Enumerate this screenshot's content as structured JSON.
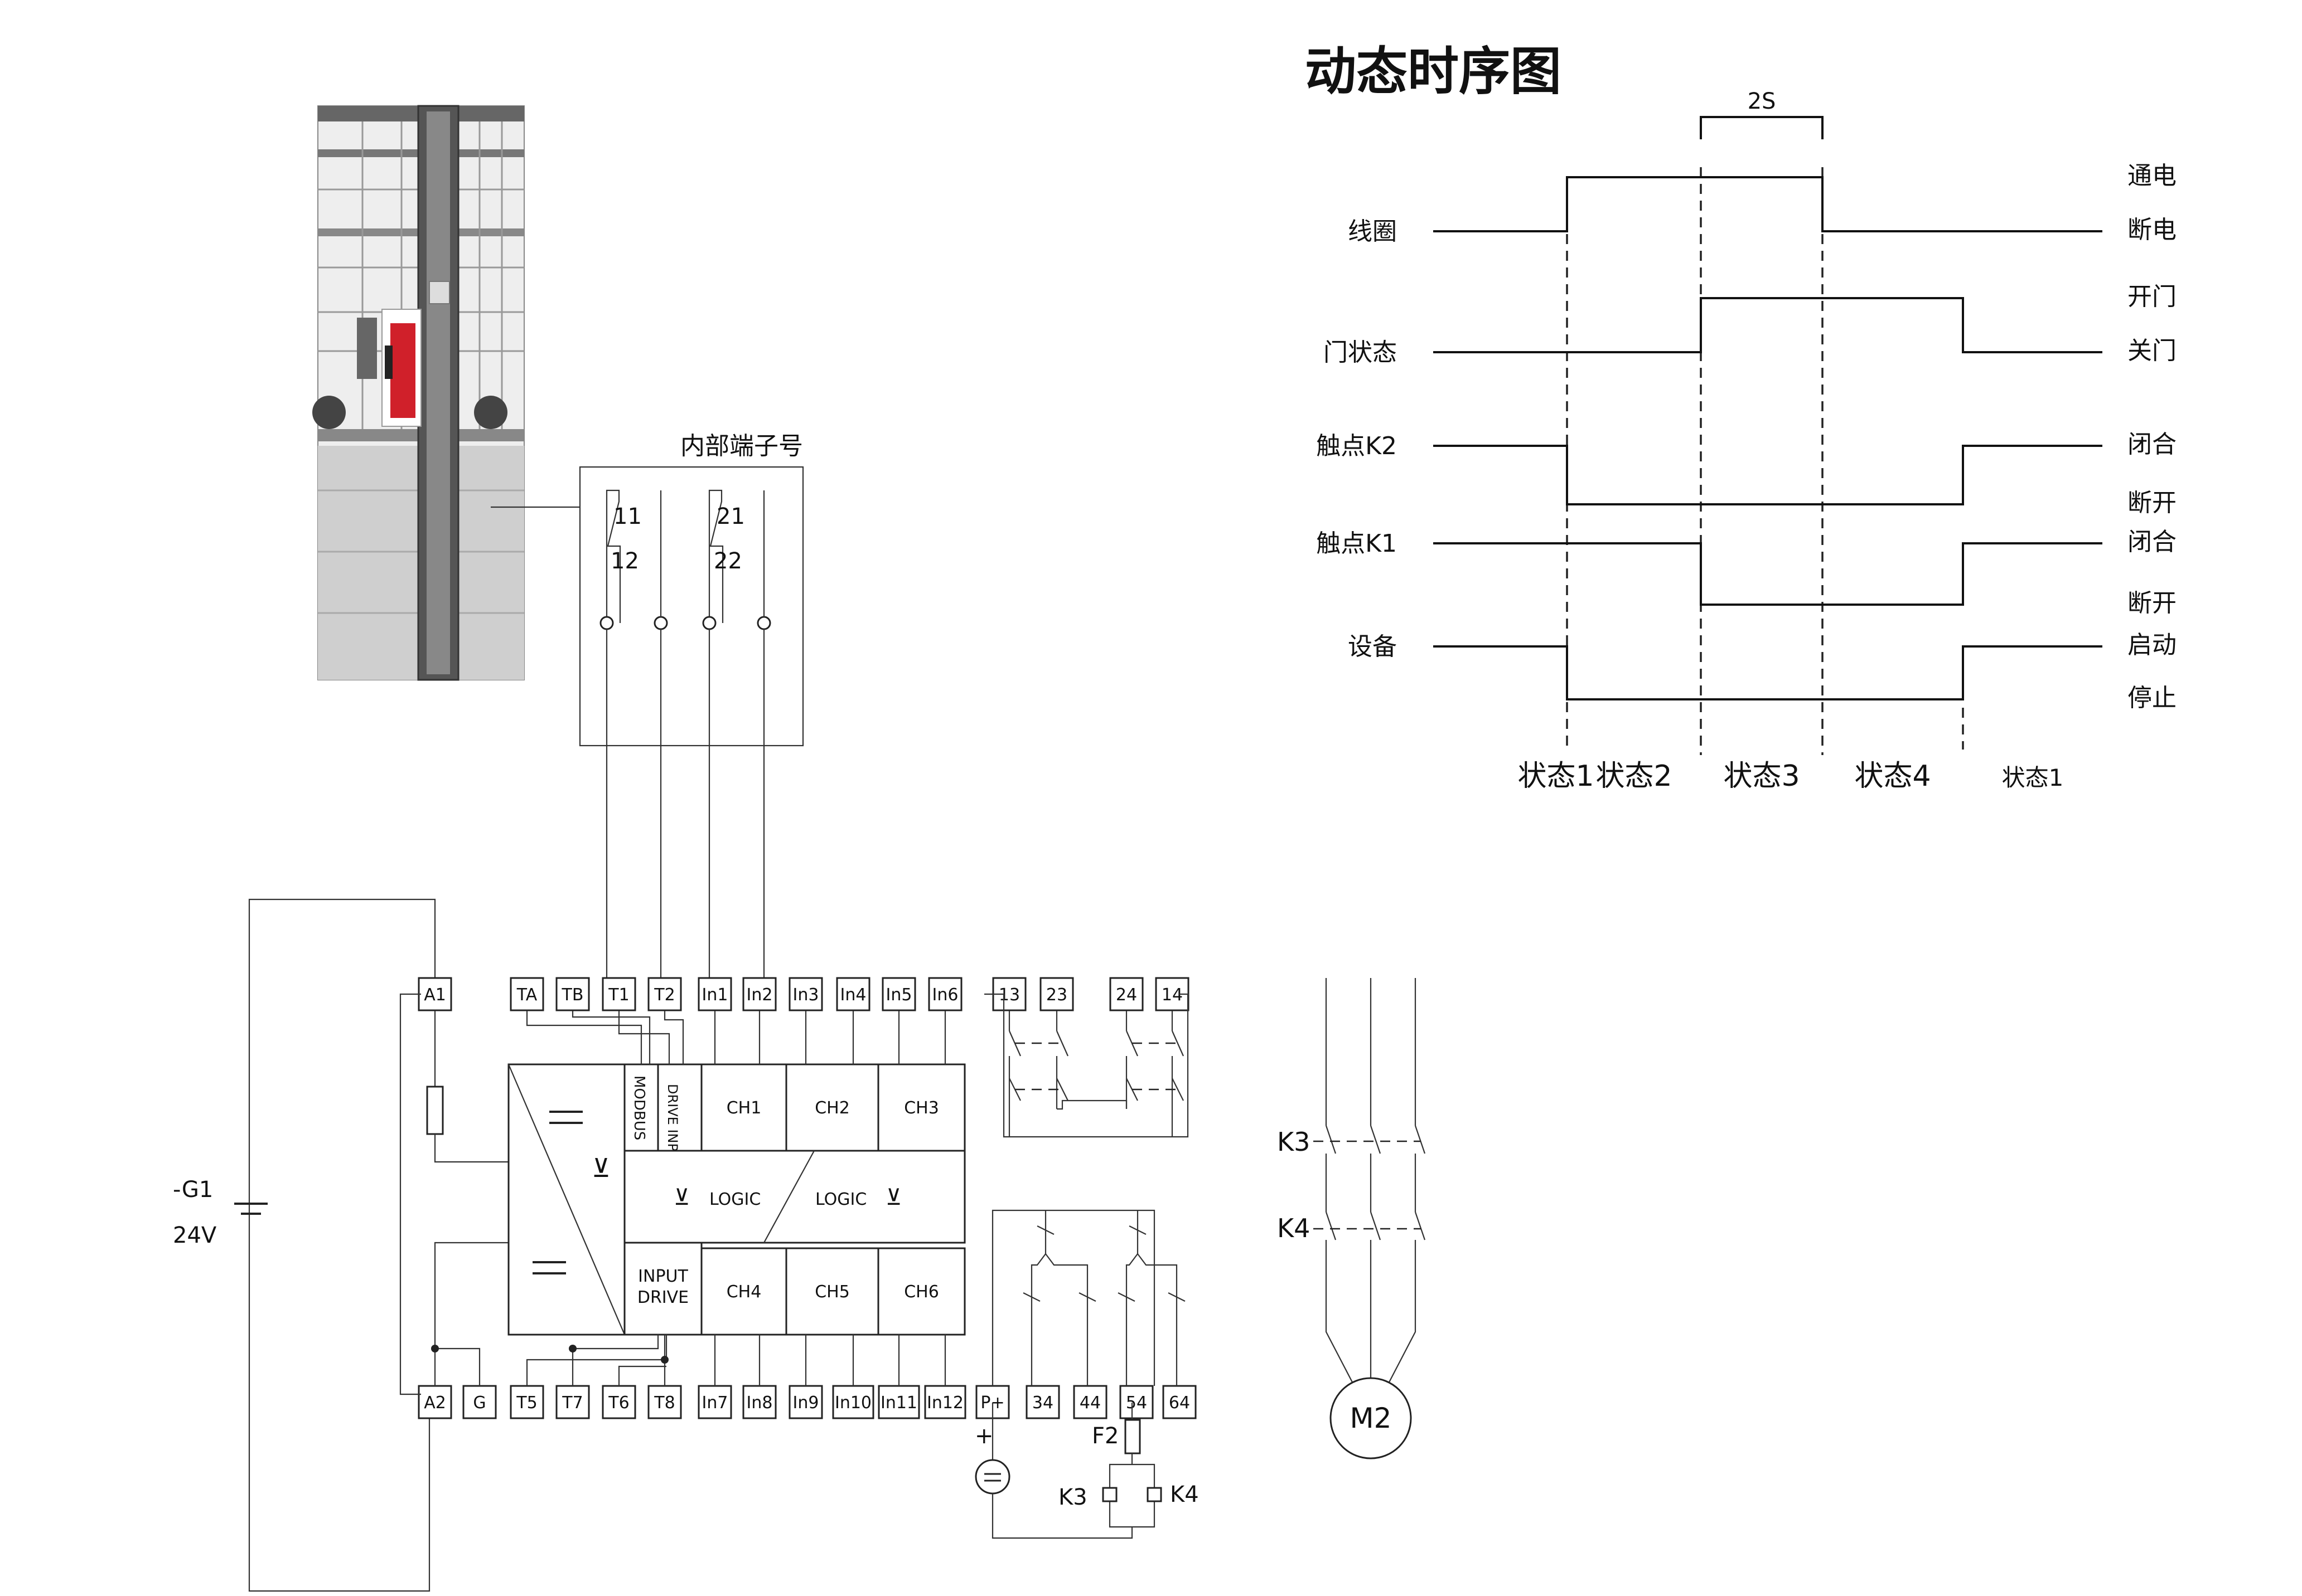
{
  "timing": {
    "title": "动态时序图",
    "duration_label": "2S",
    "rows": [
      {
        "label": "线圈",
        "high_label": "通电",
        "low_label": "断电",
        "levels": [
          0,
          1,
          1,
          0,
          0
        ]
      },
      {
        "label": "门状态",
        "high_label": "开门",
        "low_label": "关门",
        "levels": [
          0,
          0,
          1,
          1,
          0
        ]
      },
      {
        "label": "触点K2",
        "high_label": "闭合",
        "low_label": "断开",
        "levels": [
          1,
          0,
          0,
          0,
          1
        ]
      },
      {
        "label": "触点K1",
        "high_label": "闭合",
        "low_label": "断开",
        "levels": [
          1,
          1,
          0,
          0,
          1
        ]
      },
      {
        "label": "设备",
        "high_label": "启动",
        "low_label": "停止",
        "levels": [
          1,
          0,
          0,
          0,
          1
        ]
      }
    ],
    "states": [
      "状态1",
      "状态2",
      "状态3",
      "状态4",
      "状态1"
    ]
  },
  "switch": {
    "terminal_box_label": "内部端子号",
    "contact_a": [
      "11",
      "12"
    ],
    "contact_b": [
      "21",
      "22"
    ]
  },
  "relay": {
    "top_terminals": [
      "A1",
      "TA",
      "TB",
      "T1",
      "T2",
      "In1",
      "In2",
      "In3",
      "In4",
      "In5",
      "In6",
      "13",
      "23",
      "24",
      "14"
    ],
    "bottom_terminals": [
      "A2",
      "G",
      "T5",
      "T7",
      "T6",
      "T8",
      "In7",
      "In8",
      "In9",
      "In10",
      "In11",
      "In12",
      "P+",
      "34",
      "44",
      "54",
      "64"
    ],
    "modbus": "MODBUS",
    "drive_input": "DRIVE INPUT",
    "input_drive": [
      "INPUT",
      "DRIVE"
    ],
    "channels_top": [
      "CH1",
      "CH2",
      "CH3"
    ],
    "channels_bottom": [
      "CH4",
      "CH5",
      "CH6"
    ],
    "logic": "LOGIC",
    "supply_name": "-G1",
    "supply_voltage": "24V",
    "fuse": "F2",
    "coil_a": "K3",
    "coil_b": "K4",
    "plus": "+"
  },
  "motor": {
    "contactor_a": "K3",
    "contactor_b": "K4",
    "motor": "M2"
  }
}
